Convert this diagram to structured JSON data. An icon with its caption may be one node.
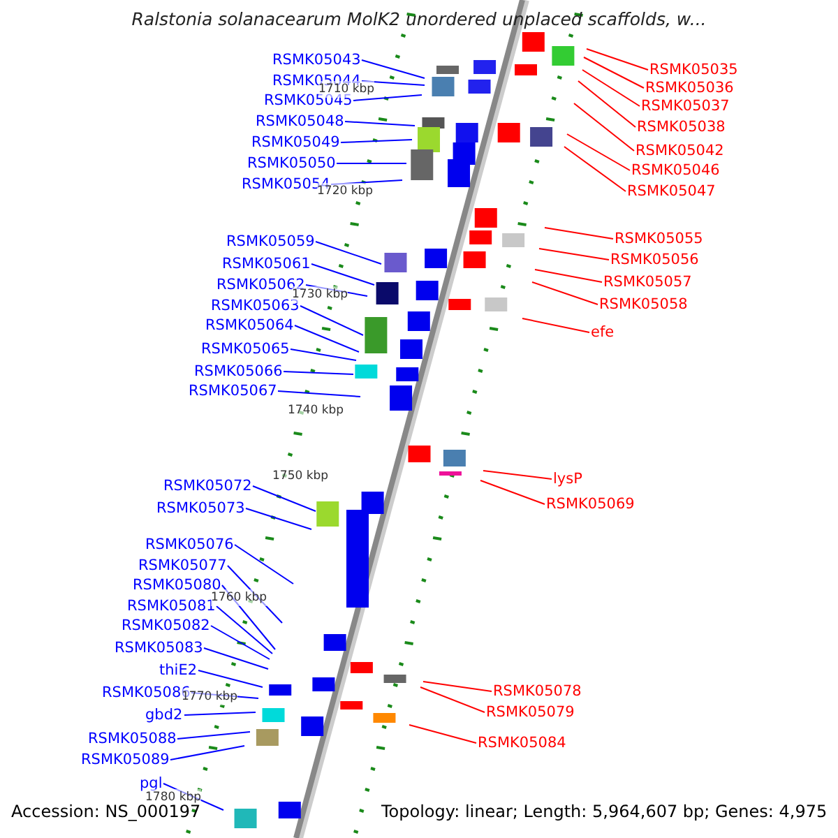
{
  "diagram": {
    "title": "Ralstonia solanacearum MolK2 unordered unplaced scaffolds, w...",
    "nodes": [
      {
        "text": [
          "RSMK05043"
        ]
      },
      {
        "text": [
          "RSMK05044"
        ]
      },
      {
        "text": [
          "RSMK05045"
        ]
      },
      {
        "text": [
          "RSMK05048"
        ]
      },
      {
        "text": [
          "RSMK05049"
        ]
      },
      {
        "text": [
          "RSMK05050"
        ]
      },
      {
        "text": [
          "RSMK05054"
        ]
      },
      {
        "text": [
          "RSMK05059"
        ]
      },
      {
        "text": [
          "RSMK05061"
        ]
      },
      {
        "text": [
          "RSMK05062"
        ]
      },
      {
        "text": [
          "RSMK05063"
        ]
      },
      {
        "text": [
          "RSMK05064"
        ]
      },
      {
        "text": [
          "RSMK05065"
        ]
      },
      {
        "text": [
          "RSMK05066"
        ]
      },
      {
        "text": [
          "RSMK05067"
        ]
      },
      {
        "text": [
          "RSMK05072"
        ]
      },
      {
        "text": [
          "RSMK05073"
        ]
      },
      {
        "text": [
          "RSMK05076"
        ]
      },
      {
        "text": [
          "RSMK05077"
        ]
      },
      {
        "text": [
          "RSMK05080"
        ]
      },
      {
        "text": [
          "RSMK05081"
        ]
      },
      {
        "text": [
          "RSMK05082"
        ]
      },
      {
        "text": [
          "RSMK05083"
        ]
      },
      {
        "text": [
          "thiE2"
        ]
      },
      {
        "text": [
          "RSMK05086"
        ]
      },
      {
        "text": [
          "gbd2"
        ]
      },
      {
        "text": [
          "RSMK05088"
        ]
      },
      {
        "text": [
          "RSMK05089"
        ]
      },
      {
        "text": [
          "pgl"
        ]
      },
      {
        "text": [
          "RSMK05035"
        ]
      },
      {
        "text": [
          "RSMK05036"
        ]
      },
      {
        "text": [
          "RSMK05037"
        ]
      },
      {
        "text": [
          "RSMK05038"
        ]
      },
      {
        "text": [
          "RSMK05042"
        ]
      },
      {
        "text": [
          "RSMK05046"
        ]
      },
      {
        "text": [
          "RSMK05047"
        ]
      },
      {
        "text": [
          "RSMK05055"
        ]
      },
      {
        "text": [
          "RSMK05056"
        ]
      },
      {
        "text": [
          "RSMK05057"
        ]
      },
      {
        "text": [
          "RSMK05058"
        ]
      },
      {
        "text": [
          "efe"
        ]
      },
      {
        "text": [
          "lysP"
        ]
      },
      {
        "text": [
          "RSMK05069"
        ]
      },
      {
        "text": [
          "RSMK05078"
        ]
      },
      {
        "text": [
          "RSMK05079"
        ]
      },
      {
        "text": [
          "RSMK05084"
        ]
      }
    ],
    "edges": [
      {
        "from": 0,
        "to": null,
        "arrow": "none"
      },
      {
        "from": 1,
        "to": null,
        "arrow": "none"
      },
      {
        "from": 2,
        "to": null,
        "arrow": "none"
      },
      {
        "from": 3,
        "to": null,
        "arrow": "none"
      },
      {
        "from": 4,
        "to": null,
        "arrow": "none"
      },
      {
        "from": 5,
        "to": null,
        "arrow": "none"
      },
      {
        "from": 6,
        "to": null,
        "arrow": "none"
      },
      {
        "from": 7,
        "to": null,
        "arrow": "none"
      },
      {
        "from": 8,
        "to": null,
        "arrow": "none"
      },
      {
        "from": 9,
        "to": null,
        "arrow": "none"
      },
      {
        "from": 10,
        "to": null,
        "arrow": "none"
      },
      {
        "from": 11,
        "to": null,
        "arrow": "none"
      },
      {
        "from": 12,
        "to": null,
        "arrow": "none"
      },
      {
        "from": 13,
        "to": null,
        "arrow": "none"
      },
      {
        "from": 14,
        "to": null,
        "arrow": "none"
      },
      {
        "from": 15,
        "to": null,
        "arrow": "none"
      },
      {
        "from": 16,
        "to": null,
        "arrow": "none"
      },
      {
        "from": 17,
        "to": null,
        "arrow": "none"
      },
      {
        "from": 18,
        "to": null,
        "arrow": "none"
      },
      {
        "from": 19,
        "to": null,
        "arrow": "none"
      },
      {
        "from": 20,
        "to": null,
        "arrow": "none"
      },
      {
        "from": 21,
        "to": null,
        "arrow": "none"
      },
      {
        "from": 22,
        "to": null,
        "arrow": "none"
      },
      {
        "from": 23,
        "to": null,
        "arrow": "none"
      },
      {
        "from": 24,
        "to": null,
        "arrow": "none"
      },
      {
        "from": 25,
        "to": null,
        "arrow": "none"
      },
      {
        "from": 26,
        "to": null,
        "arrow": "none"
      },
      {
        "from": 27,
        "to": null,
        "arrow": "none"
      },
      {
        "from": 28,
        "to": null,
        "arrow": "none"
      },
      {
        "from": 29,
        "to": null,
        "arrow": "none",
        "color": "#ff0000"
      },
      {
        "from": 30,
        "to": null,
        "arrow": "none",
        "color": "#ff0000"
      },
      {
        "from": 31,
        "to": null,
        "arrow": "none",
        "color": "#ff0000"
      },
      {
        "from": 32,
        "to": null,
        "arrow": "none",
        "color": "#ff0000"
      },
      {
        "from": 33,
        "to": null,
        "arrow": "none",
        "color": "#ff0000"
      },
      {
        "from": 34,
        "to": null,
        "arrow": "none",
        "color": "#ff0000"
      },
      {
        "from": 35,
        "to": null,
        "arrow": "none",
        "color": "#ff0000"
      },
      {
        "from": 36,
        "to": null,
        "arrow": "none",
        "color": "#ff0000"
      },
      {
        "from": 37,
        "to": null,
        "arrow": "none",
        "color": "#ff0000"
      },
      {
        "from": 38,
        "to": null,
        "arrow": "none",
        "color": "#ff0000"
      },
      {
        "from": 39,
        "to": null,
        "arrow": "none",
        "color": "#ff0000"
      },
      {
        "from": 40,
        "to": null,
        "arrow": "none",
        "color": "#ff0000"
      },
      {
        "from": 41,
        "to": null,
        "arrow": "none",
        "color": "#ff0000"
      },
      {
        "from": 42,
        "to": null,
        "arrow": "none",
        "color": "#ff0000"
      },
      {
        "from": 43,
        "to": null,
        "arrow": "none",
        "color": "#ff0000"
      },
      {
        "from": 44,
        "to": null,
        "arrow": "none",
        "color": "#ff0000"
      },
      {
        "from": 45,
        "to": null,
        "arrow": "none",
        "color": "#ff0000"
      }
    ],
    "labels": [
      "1710 kbp",
      "1720 kbp",
      "1730 kbp",
      "1740 kbp",
      "1750 kbp",
      "1760 kbp",
      "1770 kbp",
      "1780 kbp",
      "Accession: NS_000197",
      "Topology: linear; Length: 5,964,607 bp; Genes: 4,975"
    ]
  }
}
